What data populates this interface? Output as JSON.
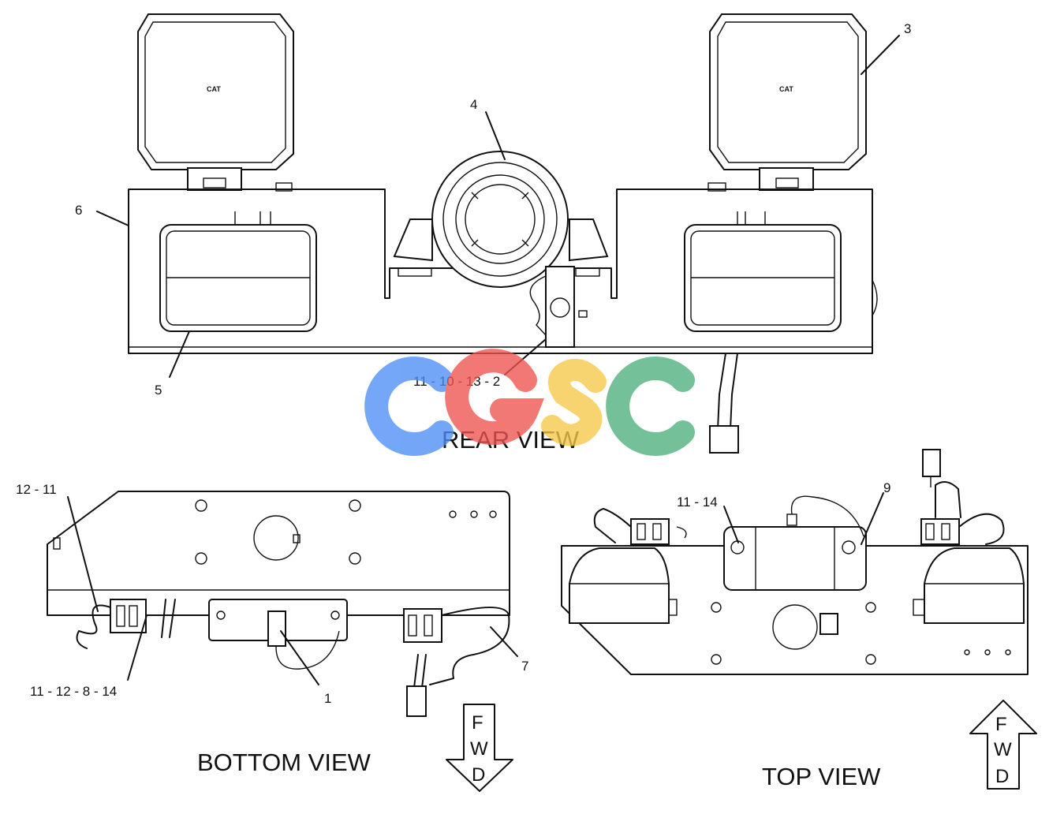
{
  "views": {
    "rear": "REAR VIEW",
    "bottom": "BOTTOM VIEW",
    "top": "TOP VIEW"
  },
  "callouts": {
    "c3": "3",
    "c4": "4",
    "c6": "6",
    "c5": "5",
    "c_rear_group": "11 - 10 - 13 - 2",
    "c_bottom_left_top": "12 - 11",
    "c_bottom_left_bottom": "11 - 12 - 8 - 14",
    "c1": "1",
    "c7": "7",
    "c_top_group": "11 - 14",
    "c9": "9"
  },
  "lamp_brand": "CAT",
  "direction": {
    "letters": [
      "F",
      "W",
      "D"
    ]
  },
  "watermark": {
    "letters": [
      "C",
      "G",
      "S",
      "C"
    ],
    "colors": [
      "#4e8ef7",
      "#ef5350",
      "#f7c948",
      "#4caf7d"
    ]
  }
}
